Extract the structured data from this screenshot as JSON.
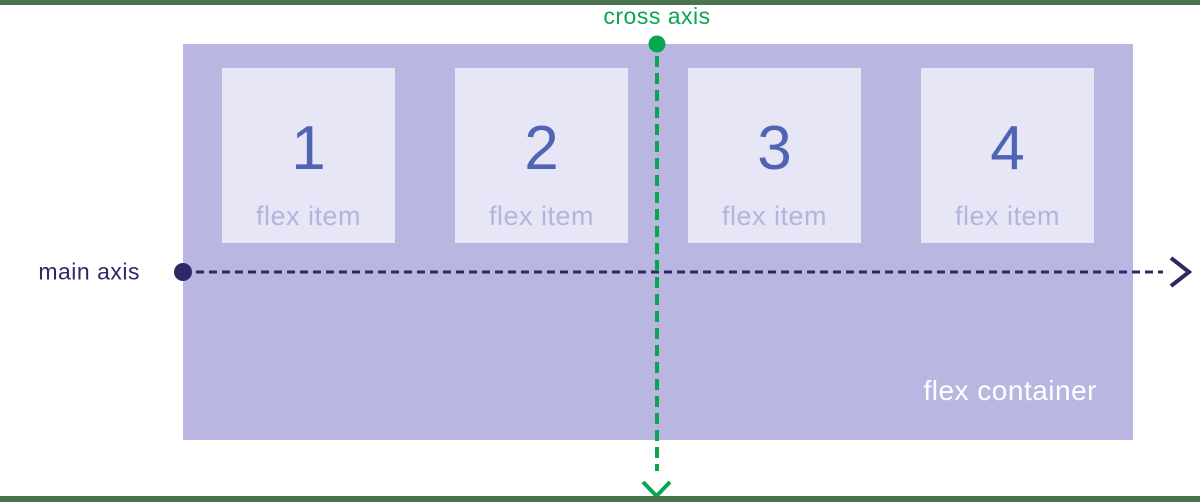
{
  "labels": {
    "cross_axis": "cross axis",
    "main_axis": "main axis",
    "flex_container": "flex container"
  },
  "items": [
    {
      "number": "1",
      "label": "flex item"
    },
    {
      "number": "2",
      "label": "flex item"
    },
    {
      "number": "3",
      "label": "flex item"
    },
    {
      "number": "4",
      "label": "flex item"
    }
  ],
  "icons": {
    "main_axis_arrow": "right-chevron-arrow",
    "cross_axis_arrow": "down-chevron-arrow",
    "main_axis_origin": "filled-dot",
    "cross_axis_origin": "filled-dot"
  },
  "colors": {
    "accent_green": "#0aa64f",
    "edge_bar_green": "#4a734f",
    "navy": "#2b2a66",
    "container_bg": "#b9b7e1",
    "item_bg": "#e6e6f7",
    "number_blue": "#5163b3",
    "item_label": "#b4b4dc",
    "container_label": "#ffffff",
    "page_bg": "#ffffff"
  }
}
